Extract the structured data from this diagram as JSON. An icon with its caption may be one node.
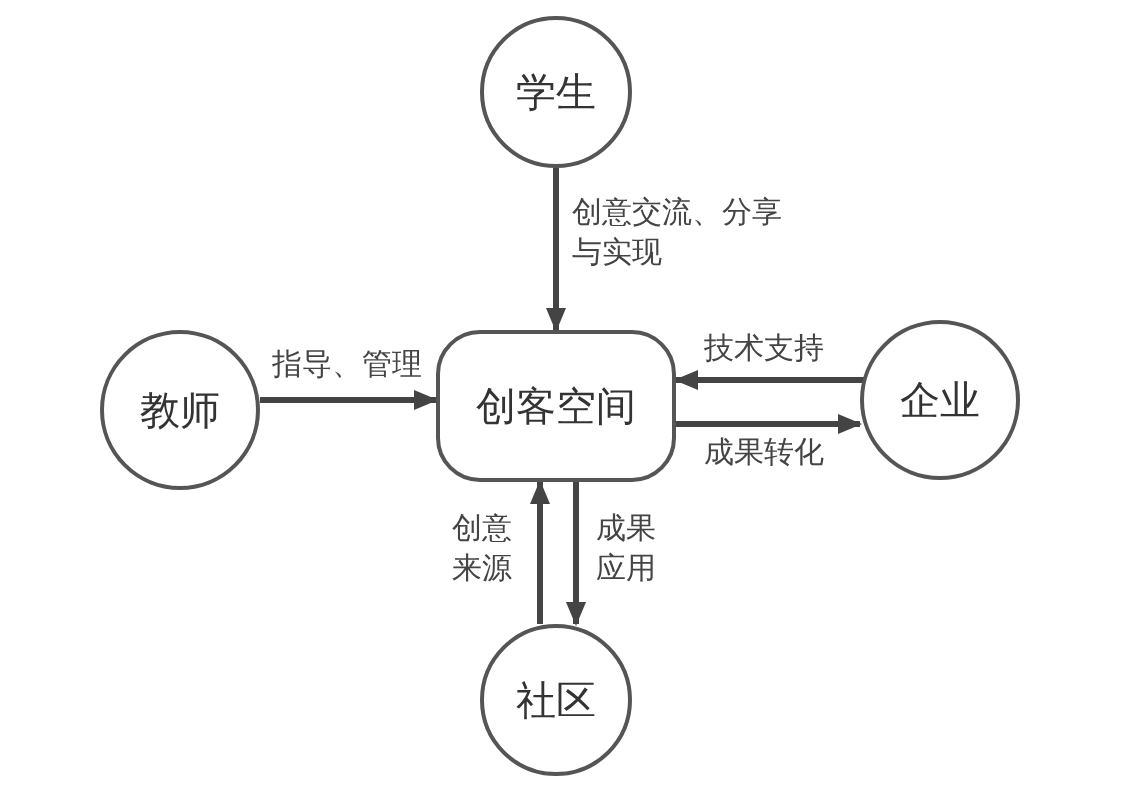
{
  "diagram": {
    "nodes": [
      {
        "text": [
          "学生"
        ]
      },
      {
        "text": [
          "教师"
        ]
      },
      {
        "text": [
          "创客空间"
        ]
      },
      {
        "text": [
          "企业"
        ]
      },
      {
        "text": [
          "社区"
        ]
      }
    ],
    "edges": [
      {
        "from": 0,
        "to": 2,
        "arrow": "to",
        "label": "创意交流、分享与实现"
      },
      {
        "from": 1,
        "to": 2,
        "arrow": "to",
        "label": "指导、管理"
      },
      {
        "from": 3,
        "to": 2,
        "arrow": "to",
        "label": "技术支持"
      },
      {
        "from": 2,
        "to": 3,
        "arrow": "to",
        "label": "成果转化"
      },
      {
        "from": 4,
        "to": 2,
        "arrow": "to",
        "label": "创意来源"
      },
      {
        "from": 2,
        "to": 4,
        "arrow": "to",
        "label": "成果应用"
      }
    ]
  }
}
